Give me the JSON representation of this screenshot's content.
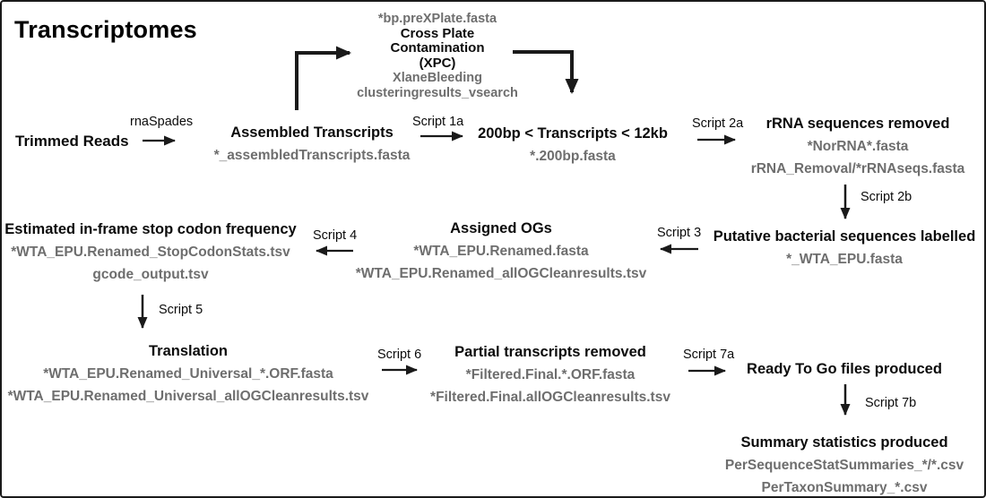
{
  "title": "Transcriptomes",
  "colors": {
    "text": "#0b0b0b",
    "file_text": "#6e6e6e",
    "arrow": "#1a1a1a"
  },
  "nodes": {
    "trimmed_reads": {
      "title": "Trimmed Reads"
    },
    "assembled_transcripts": {
      "title": "Assembled Transcripts",
      "files": [
        "*_assembledTranscripts.fasta"
      ]
    },
    "xpc": {
      "input_file": "*bp.preXPlate.fasta",
      "title_lines": [
        "Cross Plate",
        "Contamination",
        "(XPC)"
      ],
      "files": [
        "XlaneBleeding",
        "clusteringresults_vsearch"
      ]
    },
    "size_filter": {
      "title": "200bp < Transcripts < 12kb",
      "files": [
        "*.200bp.fasta"
      ]
    },
    "rrna_removed": {
      "title": "rRNA sequences removed",
      "files": [
        "*NorRNA*.fasta",
        "rRNA_Removal/*rRNAseqs.fasta"
      ]
    },
    "putative_bacterial": {
      "title": "Putative bacterial sequences labelled",
      "files": [
        "*_WTA_EPU.fasta"
      ]
    },
    "assigned_ogs": {
      "title": "Assigned OGs",
      "files": [
        "*WTA_EPU.Renamed.fasta",
        "*WTA_EPU.Renamed_allOGCleanresults.tsv"
      ]
    },
    "stop_codon": {
      "title": "Estimated in-frame stop codon frequency",
      "files": [
        "*WTA_EPU.Renamed_StopCodonStats.tsv",
        "gcode_output.tsv"
      ]
    },
    "translation": {
      "title": "Translation",
      "files": [
        "*WTA_EPU.Renamed_Universal_*.ORF.fasta",
        "*WTA_EPU.Renamed_Universal_allOGCleanresults.tsv"
      ]
    },
    "partial_removed": {
      "title": "Partial transcripts removed",
      "files": [
        "*Filtered.Final.*.ORF.fasta",
        "*Filtered.Final.allOGCleanresults.tsv"
      ]
    },
    "ready_to_go": {
      "title": "Ready To Go files produced"
    },
    "summary_stats": {
      "title": "Summary statistics produced",
      "files": [
        "PerSequenceStatSummaries_*/*.csv",
        "PerTaxonSummary_*.csv"
      ]
    }
  },
  "edge_labels": {
    "rnaspades": "rnaSpades",
    "script_1a": "Script 1a",
    "script_2a": "Script 2a",
    "script_2b": "Script 2b",
    "script_3": "Script 3",
    "script_4": "Script 4",
    "script_5": "Script 5",
    "script_6": "Script 6",
    "script_7a": "Script 7a",
    "script_7b": "Script 7b"
  }
}
